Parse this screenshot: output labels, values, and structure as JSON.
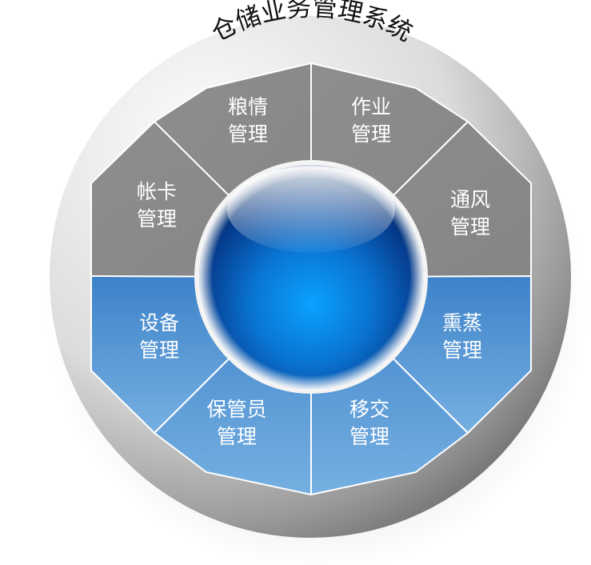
{
  "diagram": {
    "title": "仓储业务管理系统",
    "colors": {
      "gray_segment": "#8c8c8c",
      "blue_segment_light": "#6aa6da",
      "blue_segment_dark": "#2f6fb8",
      "divider": "#ffffff",
      "ring_light": "#f2f2f2",
      "ring_dark": "#7a7a7a",
      "sphere_highlight": "#1ea0ff",
      "sphere_dark": "#002a66"
    },
    "segments": [
      {
        "id": "grain",
        "line1": "粮情",
        "line2": "管理",
        "tone": "gray"
      },
      {
        "id": "operation",
        "line1": "作业",
        "line2": "管理",
        "tone": "gray"
      },
      {
        "id": "ventilation",
        "line1": "通风",
        "line2": "管理",
        "tone": "gray"
      },
      {
        "id": "fumigation",
        "line1": "熏蒸",
        "line2": "管理",
        "tone": "blue"
      },
      {
        "id": "transfer",
        "line1": "移交",
        "line2": "管理",
        "tone": "blue"
      },
      {
        "id": "keeper",
        "line1": "保管员",
        "line2": "管理",
        "tone": "blue"
      },
      {
        "id": "equipment",
        "line1": "设备",
        "line2": "管理",
        "tone": "blue"
      },
      {
        "id": "account",
        "line1": "帐卡",
        "line2": "管理",
        "tone": "gray"
      }
    ]
  }
}
